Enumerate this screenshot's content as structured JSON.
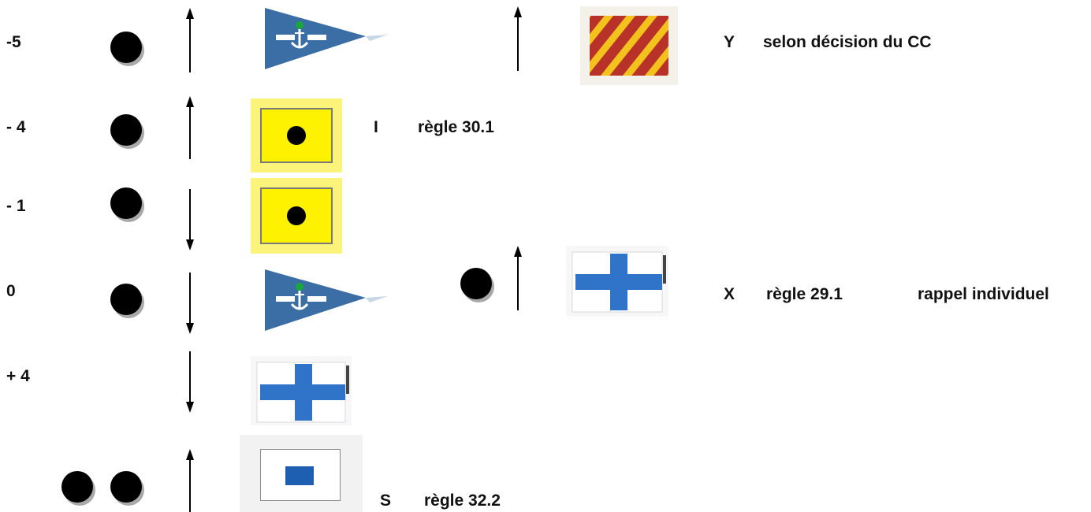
{
  "rows": [
    {
      "time": "-5",
      "signal": "",
      "rule": "",
      "note": ""
    },
    {
      "time": "- 4",
      "signal": "I",
      "rule": "règle 30.1",
      "note": ""
    },
    {
      "time": "- 1",
      "signal": "",
      "rule": "",
      "note": ""
    },
    {
      "time": "0",
      "signal": "",
      "rule": "",
      "note": ""
    },
    {
      "time": "+ 4",
      "signal": "",
      "rule": "",
      "note": ""
    },
    {
      "time": "",
      "signal": "S",
      "rule": "règle 32.2",
      "note": ""
    }
  ],
  "right": {
    "y": {
      "signal": "Y",
      "text": "selon décision du CC"
    },
    "x": {
      "signal": "X",
      "rule": "règle 29.1",
      "note": "rappel individuel"
    }
  },
  "colors": {
    "club_blue": "#3a6ea5",
    "anchor_green": "#18a83a",
    "yellow": "#fff200",
    "cross_blue": "#2f74c8",
    "y_red": "#b8322a",
    "y_yellow": "#f4c21c"
  },
  "icons": [
    "club-pennant-icon",
    "flag-i-icon",
    "flag-x-icon",
    "flag-s-icon",
    "flag-y-icon",
    "sound-signal-dot",
    "arrow-up-icon",
    "arrow-down-icon"
  ]
}
